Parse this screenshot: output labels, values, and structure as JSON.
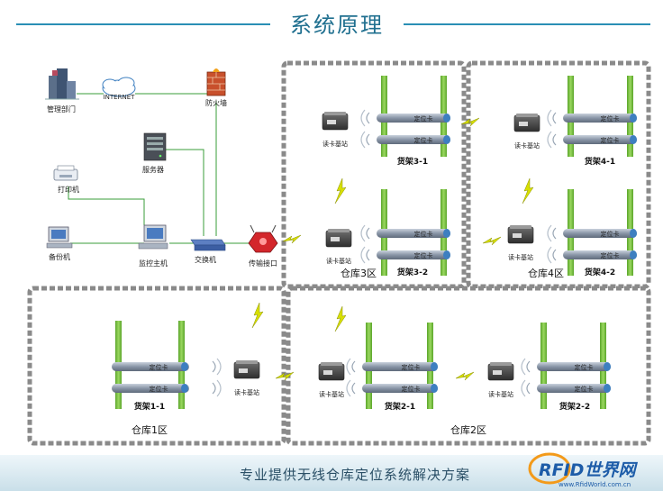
{
  "title": "系统原理",
  "footer": {
    "slogan": "专业提供无线仓库定位系统解决方案",
    "logo_text": "RFID世界网",
    "logo_url": "www.RfidWorld.com.cn"
  },
  "network": {
    "management": "管理部门",
    "internet": "INTERNET",
    "firewall": "防火墙",
    "server": "服务器",
    "printer": "打印机",
    "backup": "备份机",
    "monitor": "监控主机",
    "switch": "交换机",
    "gateway": "传输接口"
  },
  "labels": {
    "reader": "读卡基站",
    "tag": "定位卡"
  },
  "zones": {
    "z1": "仓库1区",
    "z2": "仓库2区",
    "z3": "仓库3区",
    "z4": "仓库4区"
  },
  "shelves": {
    "s11": "货架1-1",
    "s21": "货架2-1",
    "s22": "货架2-2",
    "s31": "货架3-1",
    "s32": "货架3-2",
    "s41": "货架4-1",
    "s42": "货架4-2"
  },
  "colors": {
    "title": "#1f6f8f",
    "header_line": "#2a8fb5",
    "zone_border": "#8a8a8a",
    "shelf_post": "#7cc242",
    "rail": "#8c97a8",
    "connector": "#3a9d3a",
    "lightning": "#d8e000",
    "footer_band": "#d7e8f0"
  }
}
